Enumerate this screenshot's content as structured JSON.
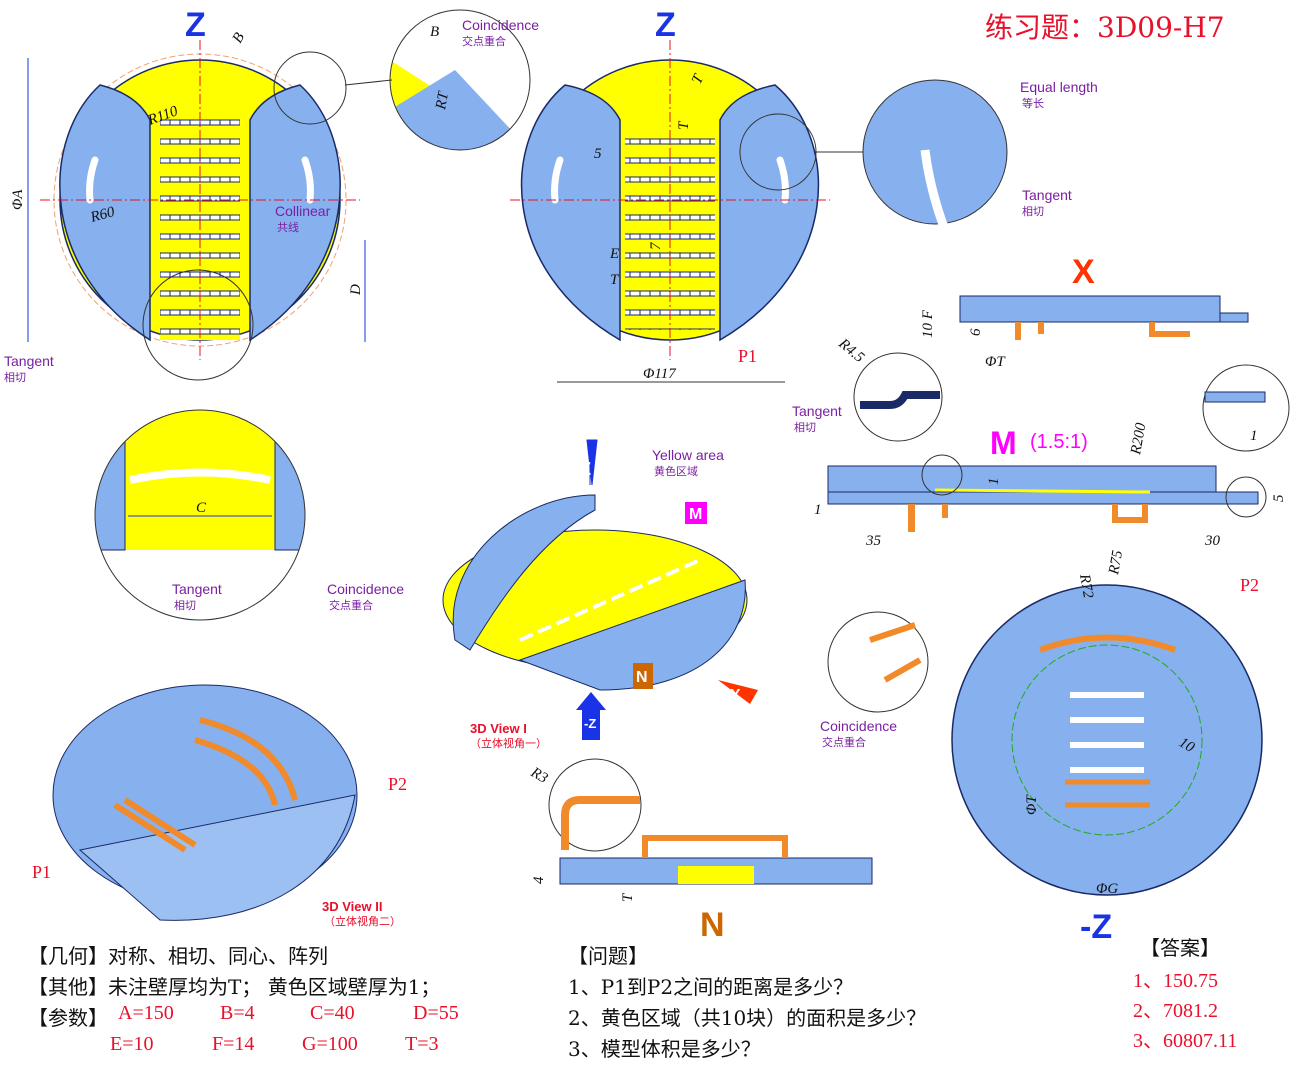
{
  "title": "练习题：3D09-H7",
  "colors": {
    "body": "#86b0ee",
    "yellow": "#ffff00",
    "outline": "#1a2a66",
    "red": "#e8102a",
    "purple": "#7a1fa2",
    "axisZ": "#1a33e6",
    "axisX": "#ff3300",
    "axisN": "#cc6600",
    "axisM": "#ff00ff",
    "pipe": "#f08a2a"
  },
  "view_top_left": {
    "axis": "Z",
    "dims": {
      "b": "B",
      "r110": "R110",
      "r60": "R60",
      "phiA": "ΦA",
      "d": "D"
    },
    "collinear": {
      "en": "Collinear",
      "cn": "共线"
    },
    "tangent": {
      "en": "Tangent",
      "cn": "相切"
    },
    "detail": {
      "coincidence": {
        "en": "Coincidence",
        "cn": "交点重合"
      },
      "b": "B",
      "rt": "RT"
    }
  },
  "view_top_right": {
    "axis": "Z",
    "dims": {
      "t1": "T",
      "five": "5",
      "t2": "T",
      "seven": "7",
      "e": "E",
      "t3": "T",
      "phi117": "Φ117"
    },
    "p1": "P1",
    "detail": {
      "equal": {
        "en": "Equal length",
        "cn": "等长"
      },
      "tangent": {
        "en": "Tangent",
        "cn": "相切"
      }
    }
  },
  "detail_c": {
    "c": "C",
    "tangent": {
      "en": "Tangent",
      "cn": "相切"
    },
    "coincidence": {
      "en": "Coincidence",
      "cn": "交点重合"
    }
  },
  "view_x": {
    "axis": "X",
    "dims": {
      "ten_f": "10 F",
      "six": "6",
      "phiT": "ΦT"
    }
  },
  "view_m": {
    "axis": "M",
    "scale": "(1.5:1)",
    "dims": {
      "r45": "R4.5",
      "r200": "R200",
      "one_a": "1",
      "one_b": "1",
      "one_c": "1",
      "five": "5",
      "d35": "35",
      "d30": "30"
    },
    "tangent": {
      "en": "Tangent",
      "cn": "相切"
    }
  },
  "view_3d1": {
    "label": "3D View I",
    "sub": "（立体视角一）",
    "yellow": {
      "en": "Yellow area",
      "cn": "黄色区域"
    },
    "axes": {
      "z": "Z",
      "m": "M",
      "n": "N",
      "x": "X",
      "nz": "-Z"
    }
  },
  "view_3d2": {
    "label": "3D View II",
    "sub": "（立体视角二）",
    "p1": "P1",
    "p2": "P2"
  },
  "view_n": {
    "axis": "N",
    "dims": {
      "r3": "R3",
      "four": "4",
      "t": "T"
    }
  },
  "view_negz": {
    "axis": "-Z",
    "dims": {
      "r72": "R72",
      "r75": "R75",
      "ten": "10",
      "phiT": "ΦT",
      "phiG": "ΦG"
    },
    "p2": "P2",
    "coincidence": {
      "en": "Coincidence",
      "cn": "交点重合"
    }
  },
  "info": {
    "geometry": {
      "label": "【几何】",
      "value": "对称、相切、同心、阵列"
    },
    "other": {
      "label": "【其他】",
      "value": "未注壁厚均为T；  黄色区域壁厚为1；"
    },
    "params": {
      "label": "【参数】",
      "row1": [
        "A=150",
        "B=4",
        "C=40",
        "D=55"
      ],
      "row2": [
        "E=10",
        "F=14",
        "G=100",
        "T=3"
      ]
    }
  },
  "questions": {
    "label": "【问题】",
    "items": [
      "1、P1到P2之间的距离是多少？",
      "2、黄色区域（共10块）的面积是多少？",
      "3、模型体积是多少？"
    ]
  },
  "answers": {
    "label": "【答案】",
    "items": [
      "1、150.75",
      "2、7081.2",
      "3、60807.11"
    ]
  }
}
